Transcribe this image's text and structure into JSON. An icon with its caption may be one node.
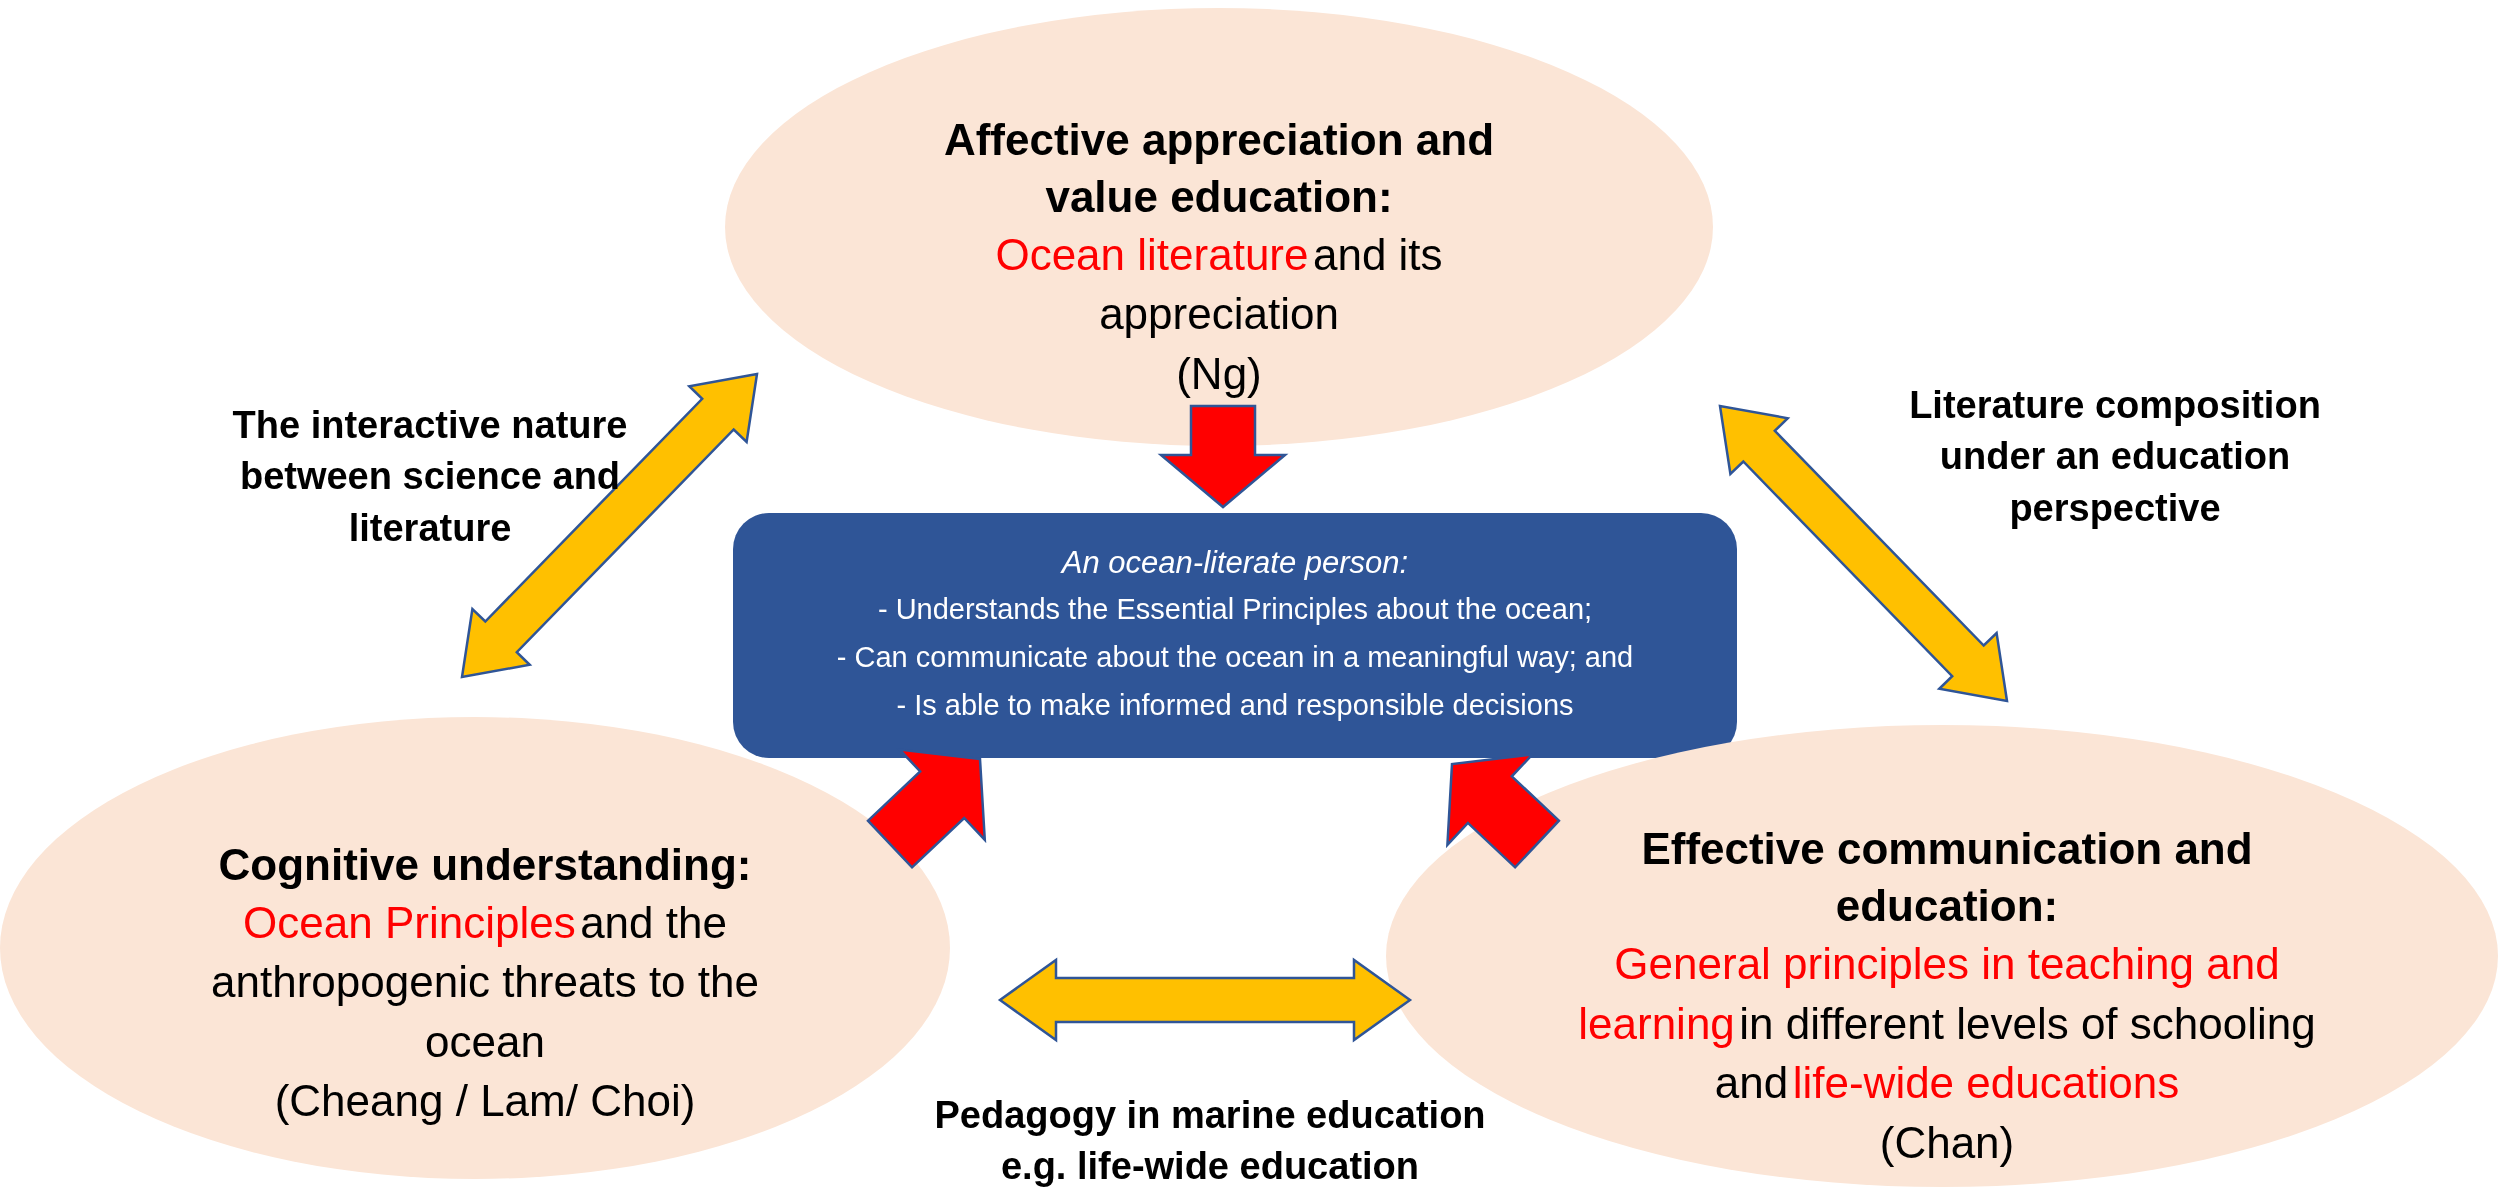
{
  "diagram": {
    "nodes": [
      {
        "text": [
          "Affective appreciation and value education:",
          "Ocean literature",
          "and its appreciation",
          "(Ng)"
        ]
      },
      {
        "text": [
          "An ocean-literate person:",
          "- Understands the Essential Principles about the ocean;",
          "- Can communicate about the ocean in a meaningful way; and",
          "- Is able to make informed and responsible decisions"
        ]
      },
      {
        "text": [
          "Cognitive understanding:",
          "Ocean Principles",
          "and the anthropogenic threats to the ocean",
          "(Cheang / Lam/ Choi)"
        ]
      },
      {
        "text": [
          "Effective communication and education:",
          "General principles in teaching and learning",
          "in different levels of schooling and",
          "life-wide educations",
          "(Chan)"
        ]
      }
    ],
    "edges": [
      {
        "from": 0,
        "to": 1,
        "arrow": "to",
        "style": "thick",
        "color": "#ff0000"
      },
      {
        "from": 2,
        "to": 1,
        "arrow": "to",
        "style": "thick",
        "color": "#ff0000"
      },
      {
        "from": 3,
        "to": 1,
        "arrow": "to",
        "style": "thick",
        "color": "#ff0000"
      },
      {
        "from": 0,
        "to": 2,
        "arrow": "both",
        "style": "thick",
        "color": "#ffc000",
        "label": "The interactive nature between science and literature"
      },
      {
        "from": 0,
        "to": 3,
        "arrow": "both",
        "style": "thick",
        "color": "#ffc000",
        "label": "Literature composition under an education perspective"
      },
      {
        "from": 2,
        "to": 3,
        "arrow": "both",
        "style": "thick",
        "color": "#ffc000",
        "label": "Pedagogy in marine education e.g. life-wide education"
      }
    ]
  }
}
